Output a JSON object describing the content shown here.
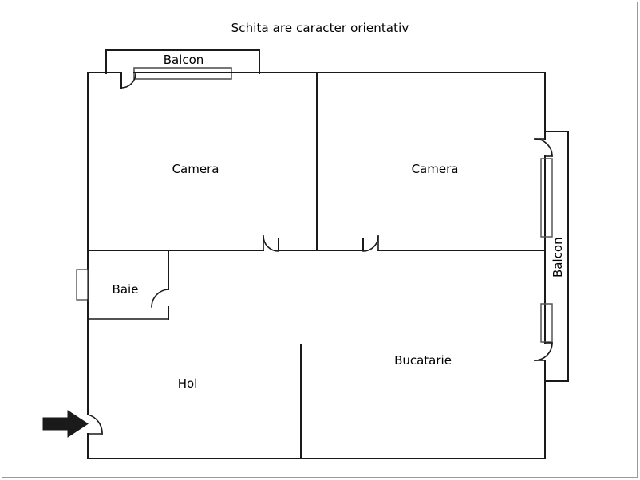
{
  "document": {
    "title": "Schita are caracter orientativ",
    "type": "floor-plan",
    "language": "ro"
  },
  "plan": {
    "title": "Schita are caracter orientativ",
    "wall_color": "#1a1a1a",
    "background_color": "#ffffff",
    "border_color": "#9a9a9a",
    "arrow_color": "#1a1a1a",
    "rooms": [
      {
        "id": "balcon-top",
        "label": "Balcon",
        "orientation": "horizontal"
      },
      {
        "id": "camera-1",
        "label": "Camera",
        "orientation": "horizontal"
      },
      {
        "id": "camera-2",
        "label": "Camera",
        "orientation": "horizontal"
      },
      {
        "id": "baie",
        "label": "Baie",
        "orientation": "horizontal"
      },
      {
        "id": "hol",
        "label": "Hol",
        "orientation": "horizontal"
      },
      {
        "id": "bucatarie",
        "label": "Bucatarie",
        "orientation": "horizontal"
      },
      {
        "id": "balcon-right",
        "label": "Balcon",
        "orientation": "vertical"
      }
    ],
    "entrance": {
      "marker": "arrow-right",
      "position": "left-wall-bottom"
    },
    "features": {
      "doors": 6,
      "windows": 3,
      "balconies": 2
    }
  }
}
